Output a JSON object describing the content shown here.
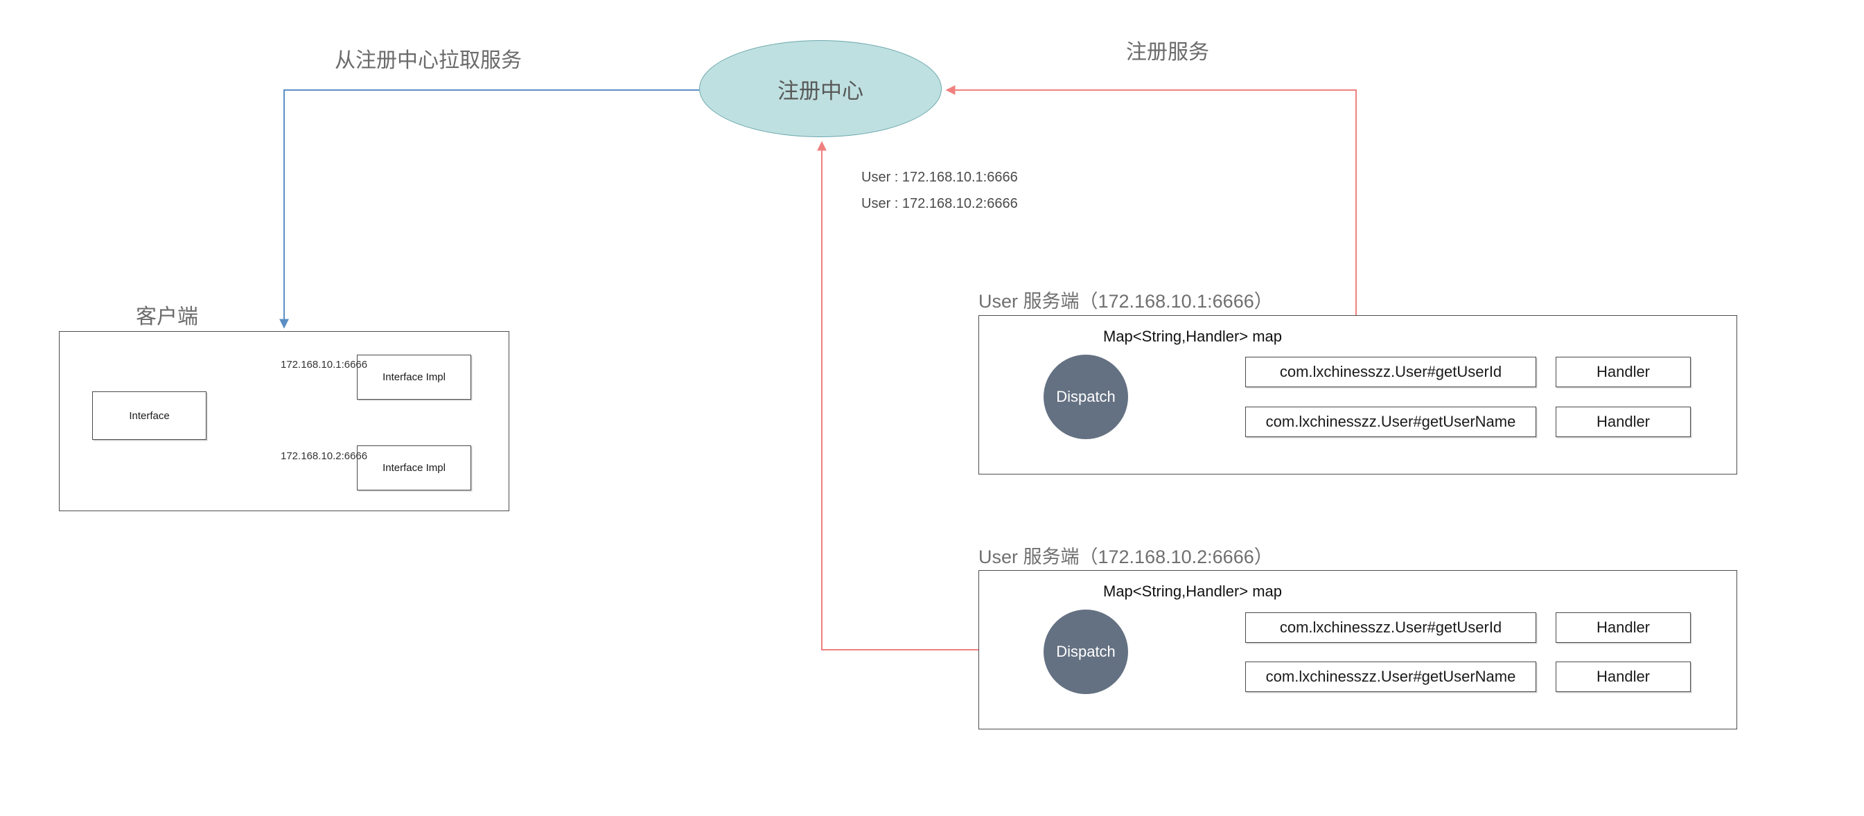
{
  "colors": {
    "registry_fill": "#bfe0e0",
    "registry_stroke": "#6aa7ad",
    "dispatch_fill": "#647182",
    "pull_arrow": "#5b8fc4",
    "register_arrow": "#f08080",
    "box_stroke": "#4a4a4a",
    "text_gray": "#6b6b6b"
  },
  "registry": {
    "label": "注册中心"
  },
  "edges": {
    "pull_label": "从注册中心拉取服务",
    "register_label": "注册服务"
  },
  "registry_entries": [
    "User : 172.168.10.1:6666",
    "User : 172.168.10.2:6666"
  ],
  "client": {
    "title": "客户端",
    "interface": "Interface",
    "impls": [
      {
        "label": "Interface Impl",
        "endpoint": "172.168.10.1:6666"
      },
      {
        "label": "Interface Impl",
        "endpoint": "172.168.10.2:6666"
      }
    ]
  },
  "servers": [
    {
      "title": "User 服务端（172.168.10.1:6666）",
      "map_label": "Map<String,Handler> map",
      "dispatch": "Dispatch",
      "rows": [
        {
          "key": "com.lxchinesszz.User#getUserId",
          "handler": "Handler"
        },
        {
          "key": "com.lxchinesszz.User#getUserName",
          "handler": "Handler"
        }
      ]
    },
    {
      "title": "User 服务端（172.168.10.2:6666）",
      "map_label": "Map<String,Handler> map",
      "dispatch": "Dispatch",
      "rows": [
        {
          "key": "com.lxchinesszz.User#getUserId",
          "handler": "Handler"
        },
        {
          "key": "com.lxchinesszz.User#getUserName",
          "handler": "Handler"
        }
      ]
    }
  ]
}
